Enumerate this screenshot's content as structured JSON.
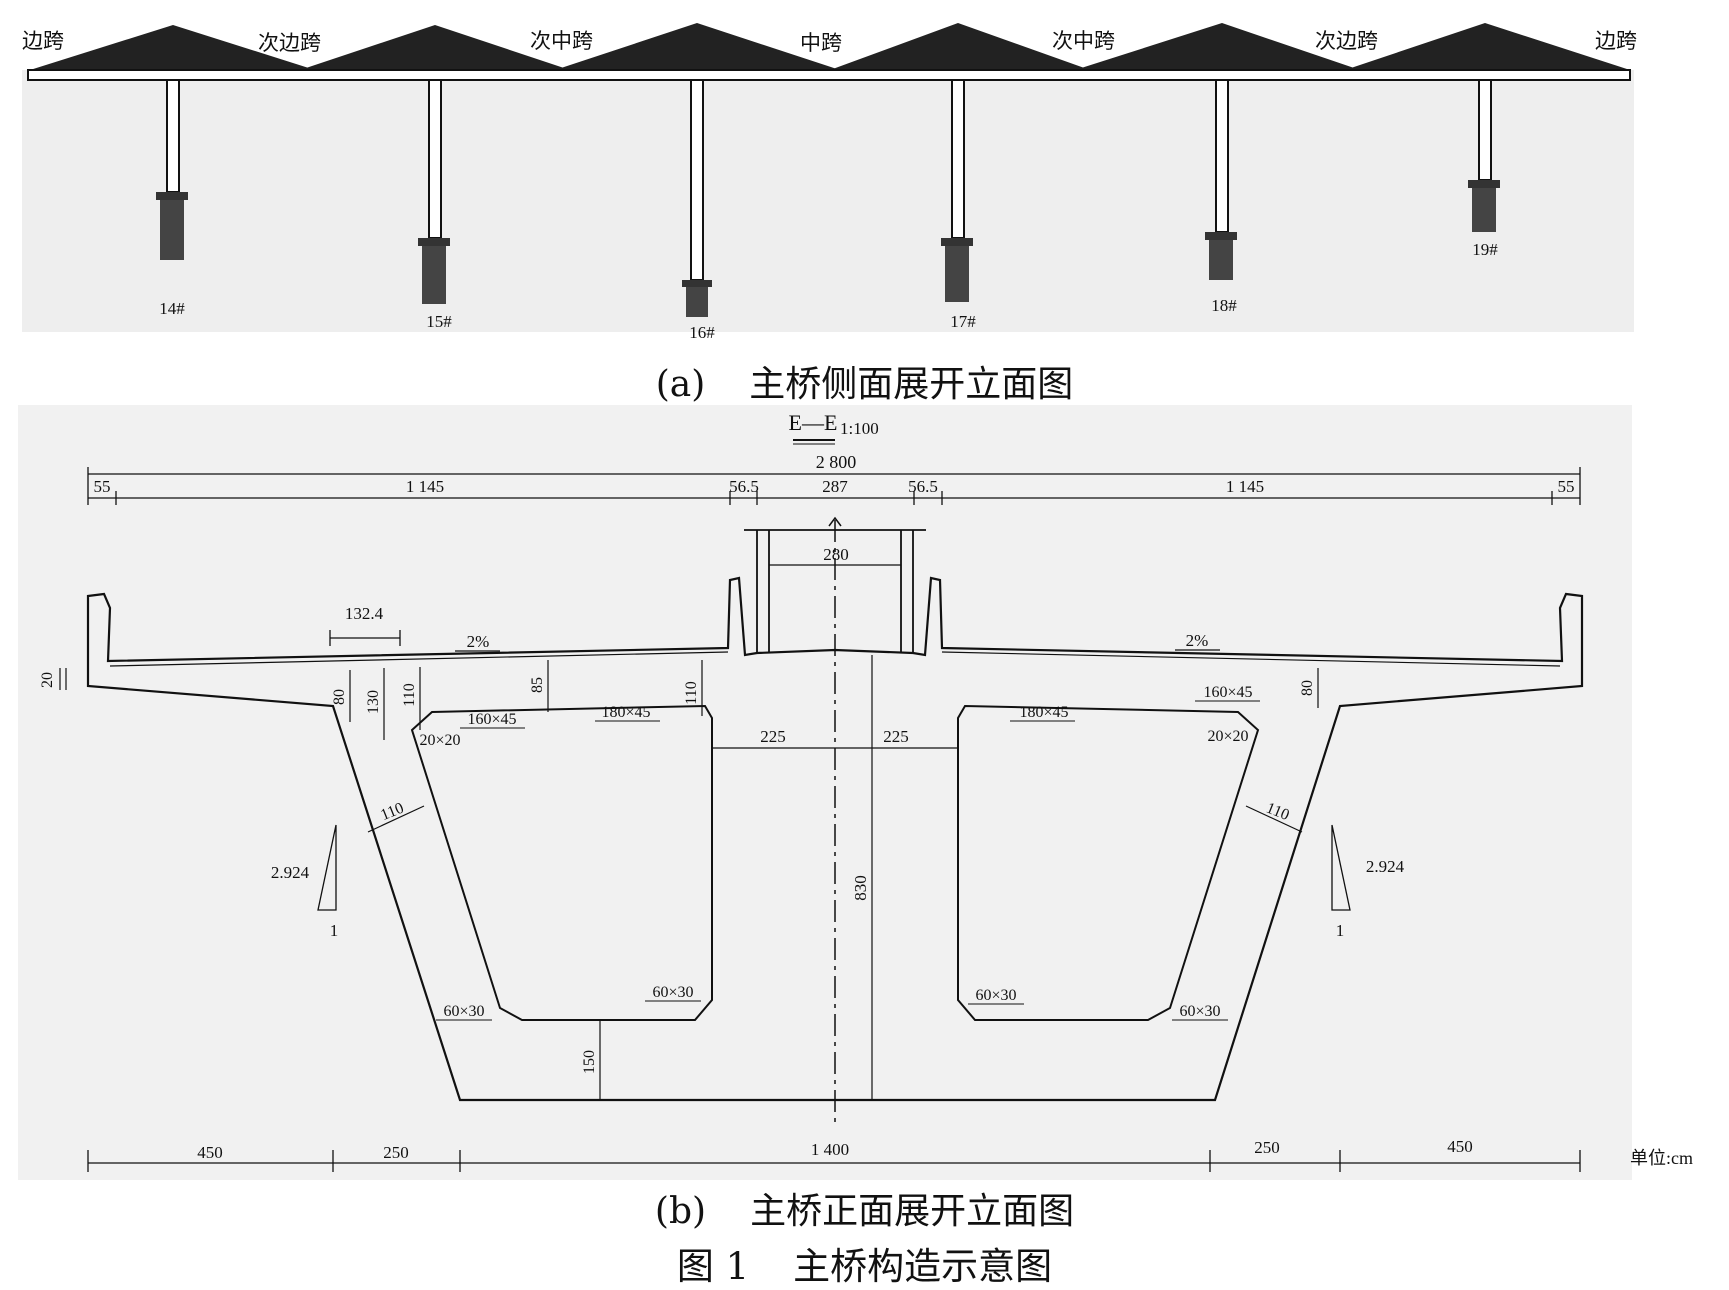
{
  "elevation": {
    "span_labels": [
      "边跨",
      "次边跨",
      "次中跨",
      "中跨",
      "次中跨",
      "次边跨",
      "边跨"
    ],
    "piers": [
      "14#",
      "15#",
      "16#",
      "17#",
      "18#",
      "19#"
    ]
  },
  "caption_a": {
    "label": "(a)",
    "text": "主桥侧面展开立面图"
  },
  "section": {
    "title": "E—E",
    "scale": "1:100",
    "top_dims": [
      "2 800",
      "55",
      "1 145",
      "56.5",
      "287",
      "56.5",
      "1 145",
      "55"
    ],
    "dim_280": "280",
    "dim_132": "132.4",
    "slope_left": "2%",
    "slope_right": "2%",
    "dim_20": "20",
    "dim_80_left": "80",
    "dim_130": "130",
    "dim_110_top": "110",
    "dim_85": "85",
    "dim_110_mid": "110",
    "dim_80_right": "80",
    "haunch_160_left": "160×45",
    "haunch_180_left": "180×45",
    "haunch_180_right": "180×45",
    "haunch_160_right": "160×45",
    "haunch_20_left": "20×20",
    "haunch_20_right": "20×20",
    "dim_225_left": "225",
    "dim_225_right": "225",
    "web_110_left": "110",
    "web_110_right": "110",
    "slope_ratio": "2.924",
    "slope_one": "1",
    "dim_830": "830",
    "haunch_60_a": "60×30",
    "haunch_60_b": "60×30",
    "haunch_60_c": "60×30",
    "haunch_60_d": "60×30",
    "dim_150": "150",
    "bottom_dims": [
      "450",
      "250",
      "1 400",
      "250",
      "450"
    ],
    "unit": "单位:cm"
  },
  "caption_b": {
    "label": "(b)",
    "text": "主桥正面展开立面图"
  },
  "figure_caption": {
    "label": "图 1",
    "text": "主桥构造示意图"
  }
}
